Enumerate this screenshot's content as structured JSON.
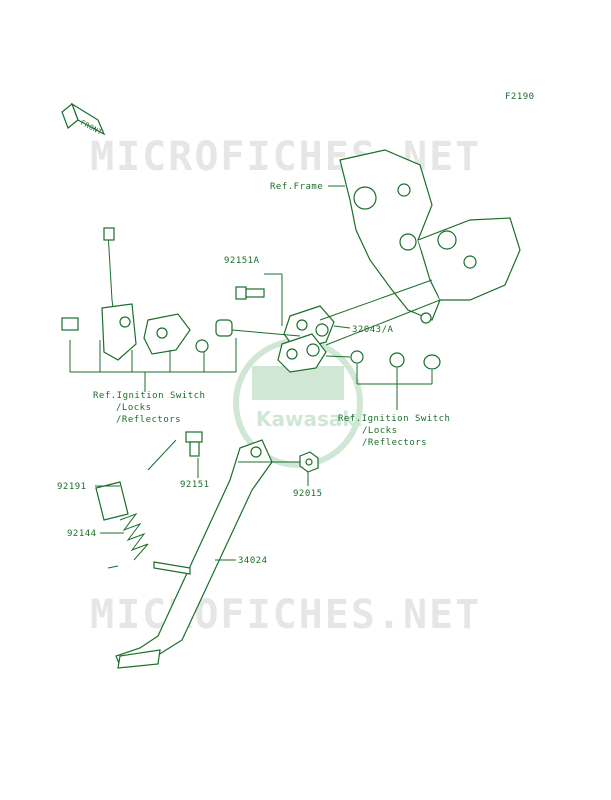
{
  "diagram_code": "F2190",
  "watermark_text": "MICROFICHES.NET",
  "logo_text": "Kawasaki",
  "front_arrow_text": "FRONT",
  "labels": {
    "ref_frame": "Ref.Frame",
    "p92151a": "92151A",
    "p32043a": "32043/A",
    "ref_ign_left_1": "Ref.Ignition Switch",
    "ref_ign_left_2": "/Locks",
    "ref_ign_left_3": "/Reflectors",
    "ref_ign_right_1": "Ref.Ignition Switch",
    "ref_ign_right_2": "/Locks",
    "ref_ign_right_3": "/Reflectors",
    "p92191": "92191",
    "p92151": "92151",
    "p92015": "92015",
    "p92144": "92144",
    "p34024": "34024"
  },
  "colors": {
    "line": "#1a6e2a",
    "watermark": "#e6e6e6",
    "logo": "#cfe7d4"
  }
}
